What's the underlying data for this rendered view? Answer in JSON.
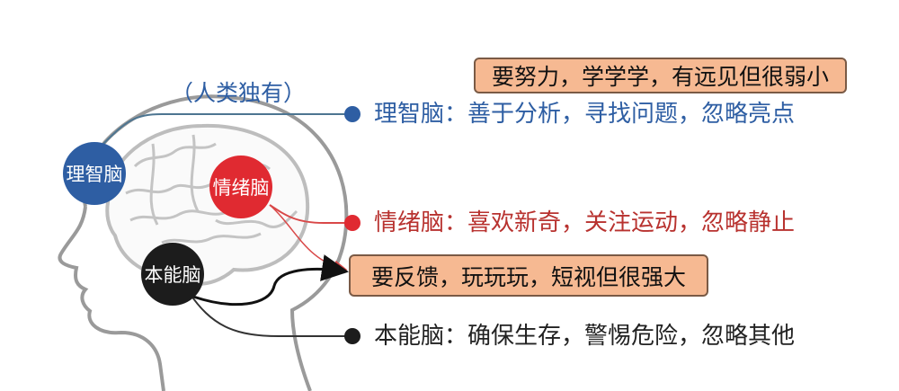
{
  "annotation": "（人类独有）",
  "nodes": [
    {
      "id": "rational",
      "label": "理智脑",
      "color": "#2e5ea3"
    },
    {
      "id": "emotional",
      "label": "情绪脑",
      "color": "#e02a31"
    },
    {
      "id": "instinct",
      "label": "本能脑",
      "color": "#1c1c1c"
    }
  ],
  "descriptions": [
    {
      "node": "rational",
      "text": "理智脑：善于分析，寻找问题，忽略亮点",
      "color": "#2e5ea3"
    },
    {
      "node": "emotional",
      "text": "情绪脑：喜欢新奇，关注运动，忽略静止",
      "color": "#b8322f"
    },
    {
      "node": "instinct",
      "text": "本能脑：确保生存，警惕危险，忽略其他",
      "color": "#222222"
    }
  ],
  "callouts": [
    {
      "text": "要努力，学学学，有远见但很弱小"
    },
    {
      "text": "要反馈，玩玩玩，短视但很强大"
    }
  ]
}
